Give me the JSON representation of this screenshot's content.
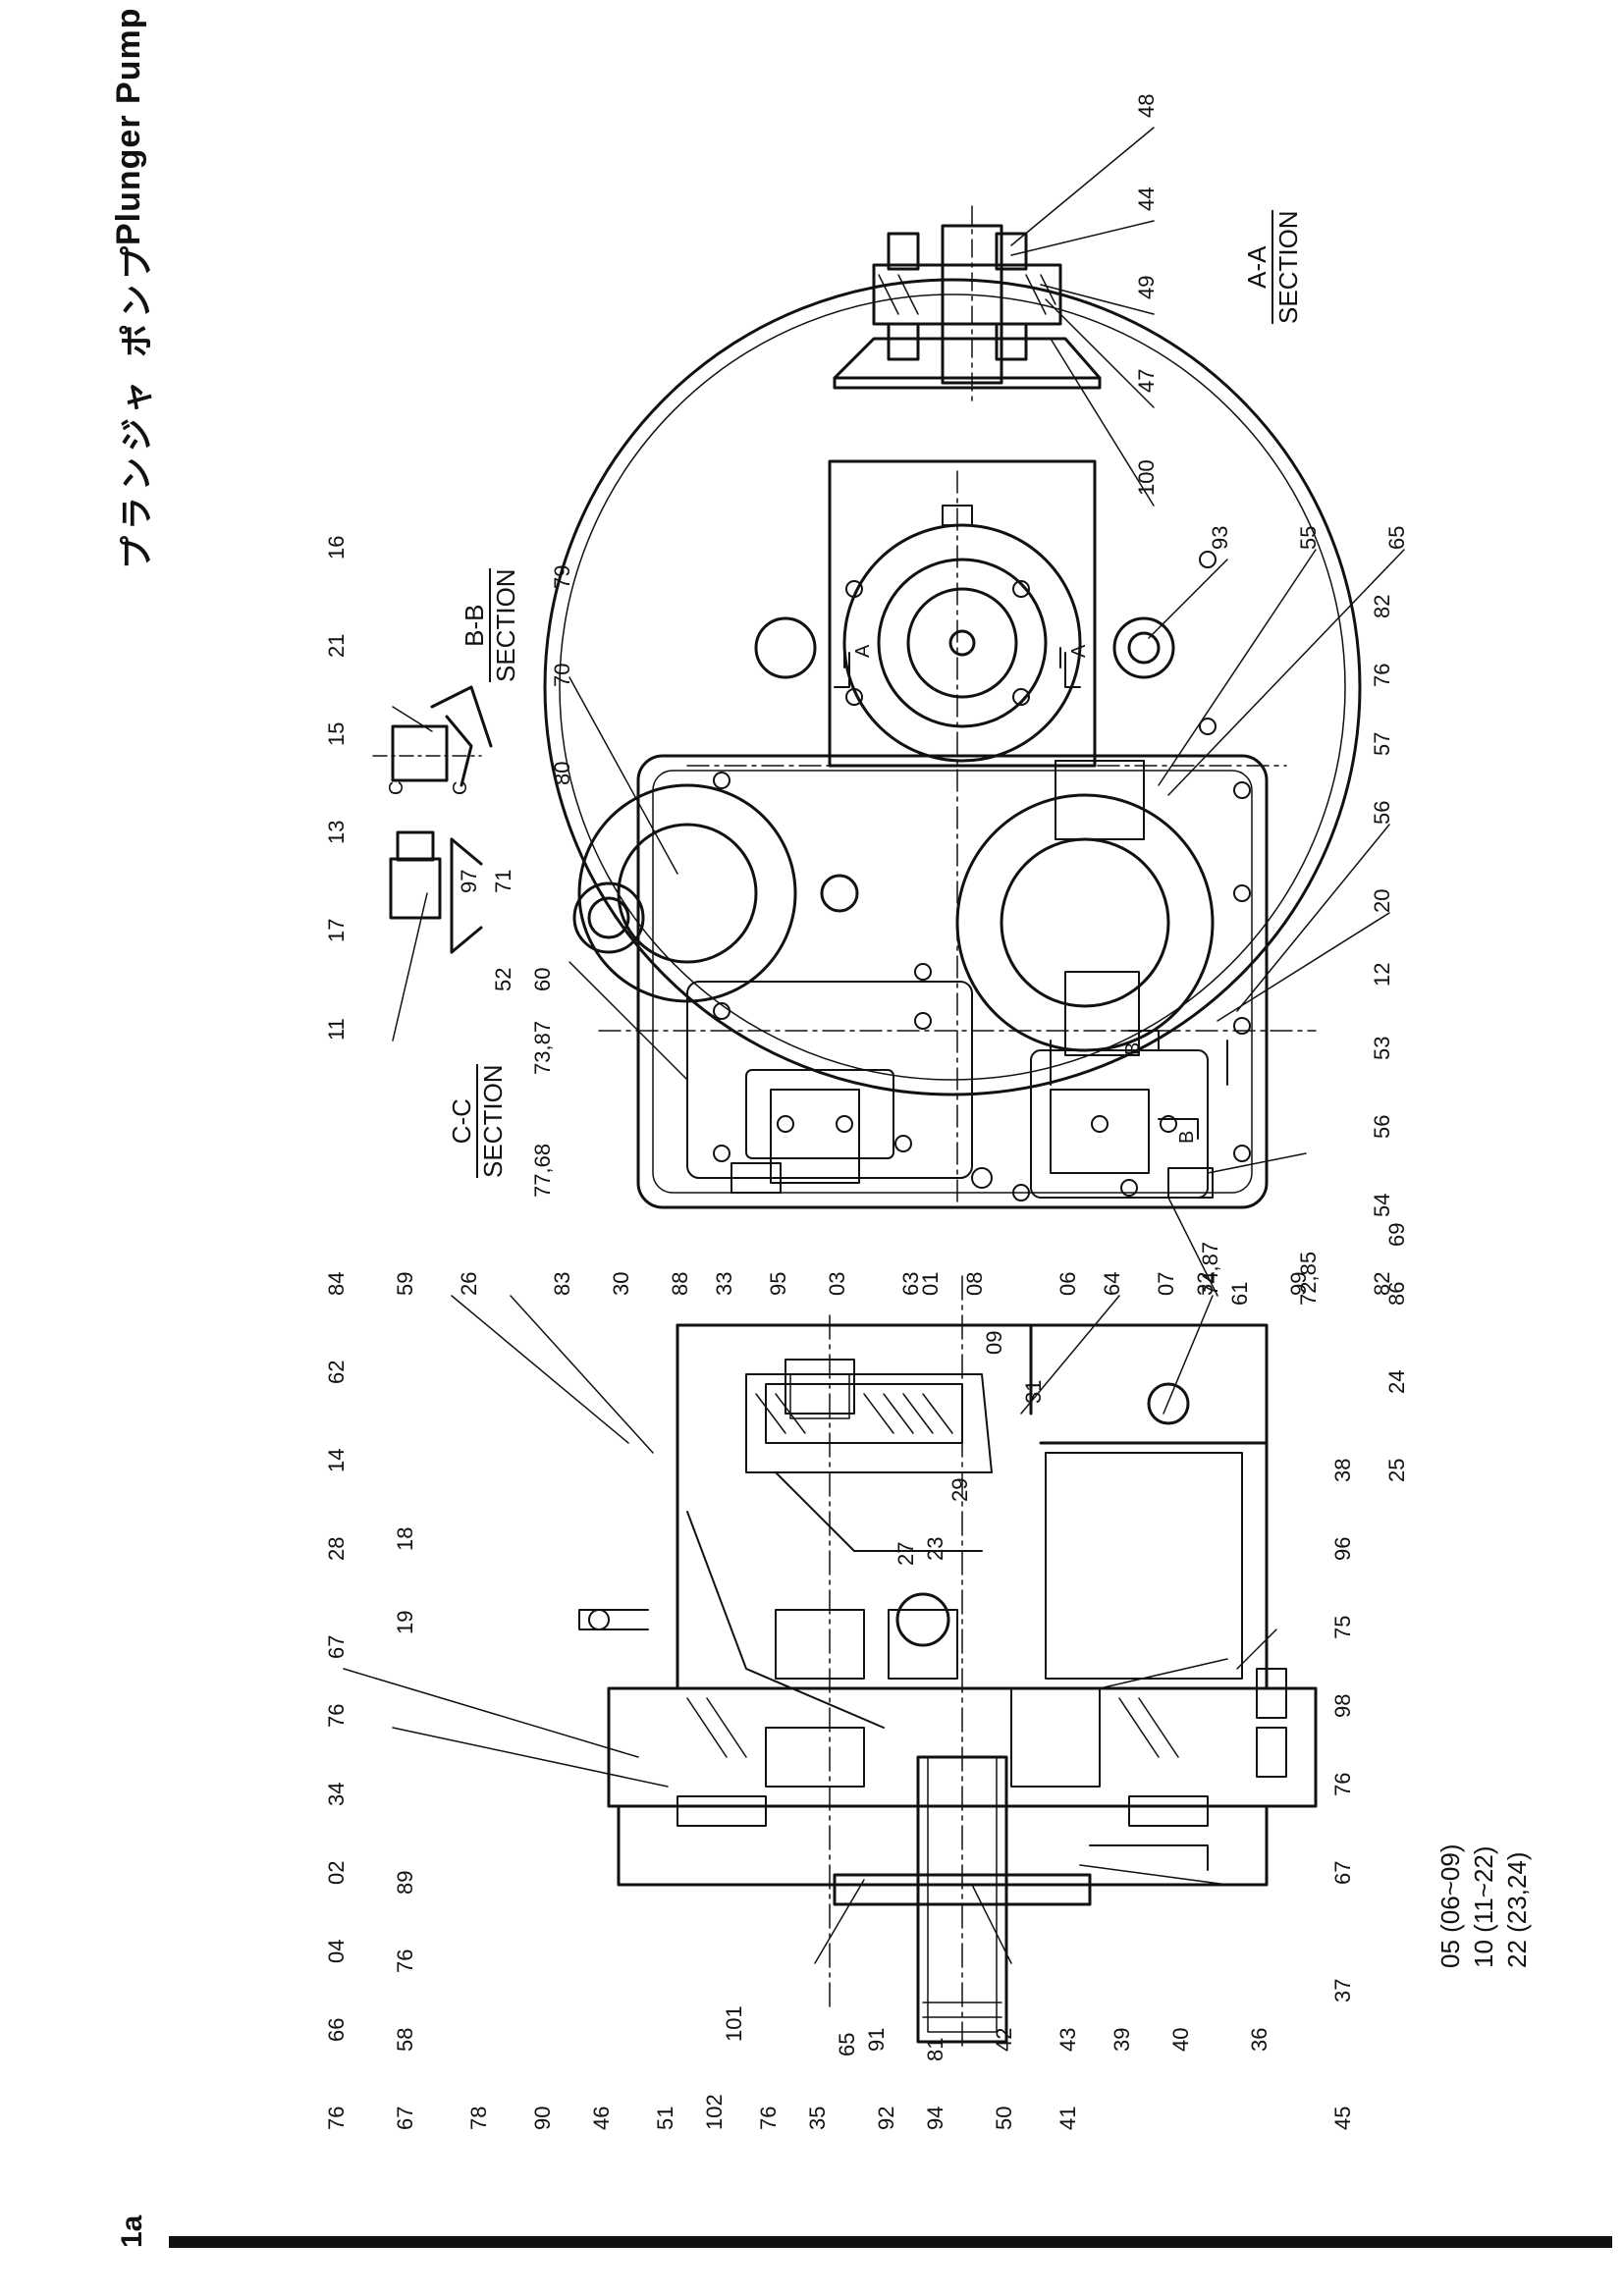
{
  "header": {
    "title_jp": "プランジャ ポンプ",
    "title_en": "Plunger Pump"
  },
  "page_number": "1a",
  "sections": {
    "aa": {
      "line1": "A-A",
      "line2": "SECTION"
    },
    "bb": {
      "line1": "B-B",
      "line2": "SECTION"
    },
    "cc": {
      "line1": "C-C",
      "line2": "SECTION"
    }
  },
  "notes": [
    "05 (06~09)",
    "10 (11~22)",
    "22 (23,24)"
  ],
  "callouts": {
    "aa_view": [
      "48",
      "44",
      "49",
      "47",
      "100"
    ],
    "cc_view": [
      "11",
      "17",
      "13",
      "15",
      "21",
      "16"
    ],
    "main_top": [
      "84",
      "59",
      "26",
      "83",
      "30",
      "88",
      "33",
      "95",
      "03",
      "63",
      "01",
      "08",
      "09",
      "06",
      "64",
      "07",
      "32",
      "31",
      "61",
      "72,85",
      "86",
      "24"
    ],
    "main_left": [
      "62",
      "14",
      "28",
      "18",
      "19",
      "67",
      "76",
      "34",
      "02",
      "89",
      "04",
      "76",
      "66",
      "58"
    ],
    "main_bottom": [
      "76",
      "67",
      "78",
      "90",
      "46",
      "51",
      "102",
      "101",
      "76",
      "35",
      "65",
      "92",
      "91",
      "94",
      "81",
      "50",
      "42",
      "41",
      "43",
      "39",
      "40",
      "36",
      "45",
      "37",
      "67",
      "76",
      "98",
      "75",
      "96",
      "38",
      "25",
      "27",
      "29",
      "23"
    ],
    "endview": [
      "77,68",
      "73,87",
      "60",
      "52",
      "71",
      "97",
      "80",
      "70",
      "79",
      "74,87",
      "93",
      "55",
      "65",
      "82",
      "76",
      "57",
      "56",
      "20",
      "12",
      "53",
      "56",
      "54",
      "82",
      "99",
      "69"
    ],
    "section_letters": [
      "A",
      "A",
      "B",
      "B",
      "C",
      "C"
    ]
  }
}
